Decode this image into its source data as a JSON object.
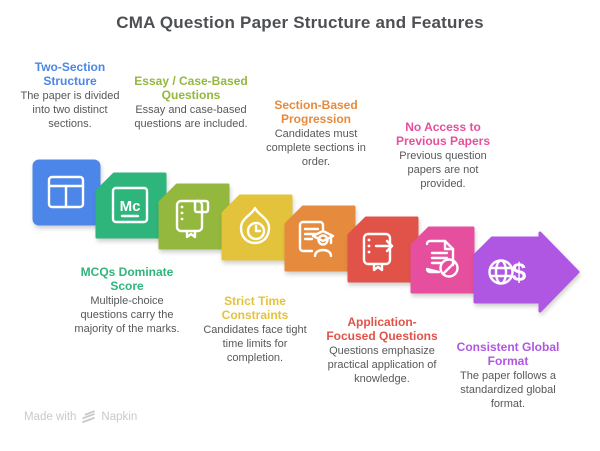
{
  "title": "CMA Question Paper Structure and Features",
  "features": [
    {
      "title": "Two-Section Structure",
      "desc": "The paper is divided into two distinct sections.",
      "color": "#4c86e8",
      "icon": "layout-icon",
      "position": "top"
    },
    {
      "title": "MCQs Dominate Score",
      "desc": "Multiple-choice questions carry the majority of the marks.",
      "color": "#2eb57c",
      "icon": "mcq-icon",
      "icon_label": "Mc",
      "position": "bottom"
    },
    {
      "title": "Essay / Case-Based Questions",
      "desc": "Essay and case-based questions are included.",
      "color": "#93b83d",
      "icon": "book-bookmark-icon",
      "position": "top"
    },
    {
      "title": "Strict Time Constraints",
      "desc": "Candidates face tight time limits for completion.",
      "color": "#e4c33c",
      "icon": "flame-clock-icon",
      "position": "bottom"
    },
    {
      "title": "Section-Based Progression",
      "desc": "Candidates must complete sections in order.",
      "color": "#e68a3d",
      "icon": "document-graduate-icon",
      "position": "top"
    },
    {
      "title": "Application-Focused Questions",
      "desc": "Questions emphasize practical application of knowledge.",
      "color": "#e15349",
      "icon": "book-arrow-icon",
      "position": "bottom"
    },
    {
      "title": "No Access to Previous Papers",
      "desc": "Previous question papers are not provided.",
      "color": "#e64f9d",
      "icon": "document-prohibited-icon",
      "position": "top"
    },
    {
      "title": "Consistent Global Format",
      "desc": "The paper follows a standardized global format.",
      "color": "#af56e3",
      "icon": "globe-dollar-icon",
      "icon_label": "$",
      "position": "bottom"
    }
  ],
  "footer": {
    "made_with": "Made with",
    "brand": "Napkin"
  }
}
